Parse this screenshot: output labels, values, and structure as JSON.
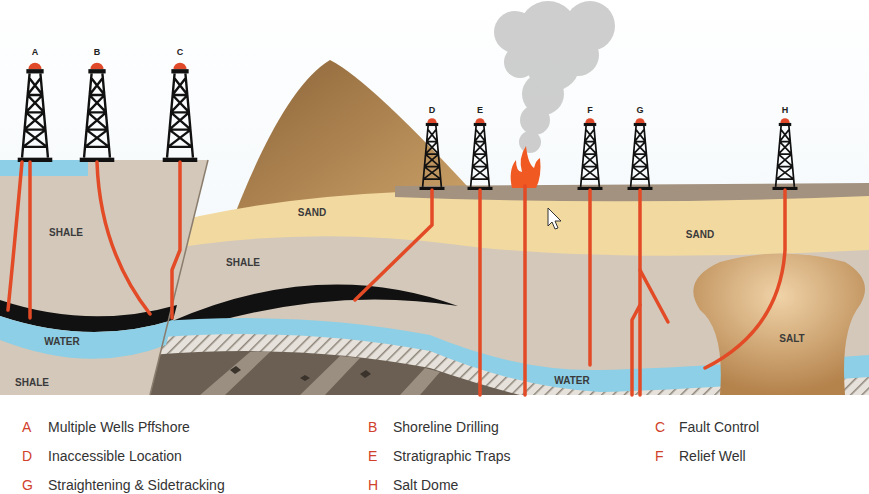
{
  "diagram": {
    "labels": [
      "A",
      "B",
      "C",
      "D",
      "E",
      "F",
      "G",
      "H",
      "SHALE",
      "WATER",
      "SHALE",
      "SAND",
      "SHALE",
      "SAND",
      "WATER",
      "SALT",
      "A",
      "Multiple Wells Pffshore",
      "B",
      "Shoreline Drilling",
      "C",
      "Fault Control",
      "D",
      "Inaccessible Location",
      "E",
      "Stratigraphic Traps",
      "F",
      "Relief Well",
      "G",
      "Straightening & Sidetracking",
      "H",
      "Salt Dome"
    ]
  }
}
